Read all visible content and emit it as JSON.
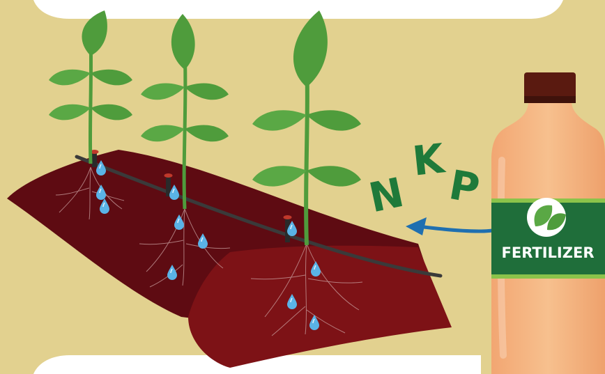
{
  "scene": {
    "nutrients": [
      "N",
      "K",
      "P"
    ],
    "bottle": {
      "label": "FERTILIZER",
      "icon": "leaf-icon",
      "colors": {
        "body": "#f5b57e",
        "band": "#1f6e3a",
        "cap": "#5a1a10"
      }
    },
    "soil_colors": {
      "top": "#6e0f14",
      "front": "#7d1216"
    },
    "plant_color": "#4f9c3c",
    "water_drop_color": "#5ab3e6",
    "arrow_color": "#1f6fb0"
  }
}
